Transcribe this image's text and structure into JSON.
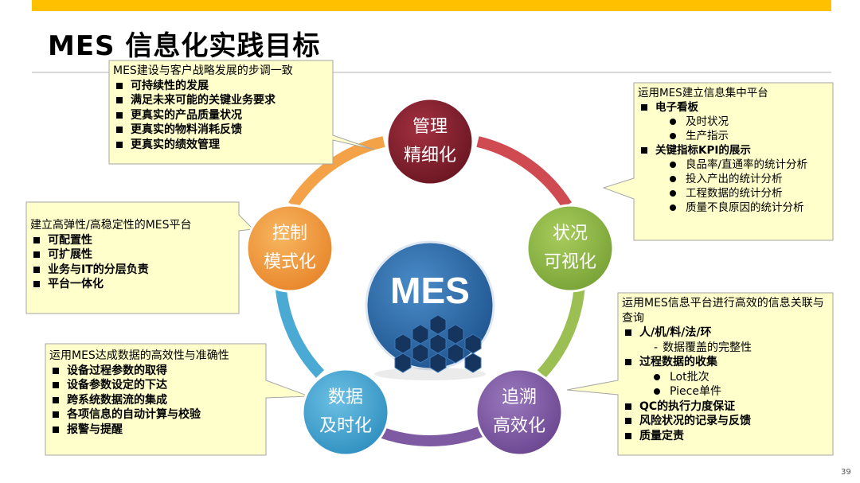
{
  "page": {
    "title": "MES 信息化实践目标",
    "page_number": "39"
  },
  "colors": {
    "top_bar": "#ffc000",
    "callout_fill": "#ffffcc",
    "ring": "#8064a2",
    "node_manage": "#7f1e2b",
    "node_status": "#8db643",
    "node_trace": "#7e5aa2",
    "node_data": "#3fa3cf",
    "node_control": "#f29b3c",
    "center": "#2f6ea8"
  },
  "center": {
    "label": "MES"
  },
  "nodes": {
    "manage": {
      "line1": "管理",
      "line2": "精细化"
    },
    "status": {
      "line1": "状况",
      "line2": "可视化"
    },
    "trace": {
      "line1": "追溯",
      "line2": "高效化"
    },
    "data": {
      "line1": "数据",
      "line2": "及时化"
    },
    "control": {
      "line1": "控制",
      "line2": "模式化"
    }
  },
  "callouts": {
    "top": {
      "heading": "MES建设与客户战略发展的步调一致",
      "items": [
        "可持续性的发展",
        "满足未来可能的关键业务要求",
        "更真实的产品质量状况",
        "更真实的物料消耗反馈",
        "更真实的绩效管理"
      ]
    },
    "left": {
      "heading": "建立高弹性/高稳定性的MES平台",
      "items": [
        "可配置性",
        "可扩展性",
        "业务与IT的分层负责",
        "平台一体化"
      ]
    },
    "bottom_left": {
      "heading": "运用MES达成数据的高效性与准确性",
      "items": [
        "设备过程参数的取得",
        "设备参数设定的下达",
        "跨系统数据流的集成",
        "各项信息的自动计算与校验",
        "报警与提醒"
      ]
    },
    "top_right": {
      "heading": "运用MES建立信息集中平台",
      "item1": "电子看板",
      "item1_sub": [
        "及时状况",
        "生产指示"
      ],
      "item2": "关键指标KPI的展示",
      "item2_sub": [
        "良品率/直通率的统计分析",
        "投入产出的统计分析",
        "工程数据的统计分析",
        "质量不良原因的统计分析"
      ]
    },
    "bottom_right": {
      "heading": "运用MES信息平台进行高效的信息关联与查询",
      "item1": "人/机/料/法/环",
      "item1_sub": "数据覆盖的完整性",
      "item2": "过程数据的收集",
      "item2_sub": [
        "Lot批次",
        "Piece单件"
      ],
      "items_rest": [
        "QC的执行力度保证",
        "风险状况的记录与反馈",
        "质量定责"
      ]
    }
  }
}
